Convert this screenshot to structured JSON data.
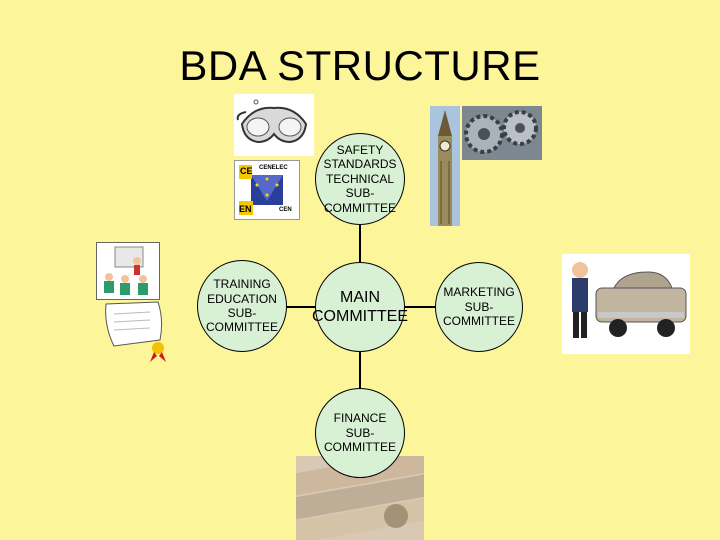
{
  "title": "BDA STRUCTURE",
  "nodes": {
    "safety": "SAFETY\nSTANDARDS\nTECHNICAL\nSUB-COMMITTEE",
    "main": "MAIN\nCOMMITTEE",
    "training": "TRAINING\nEDUCATION\nSUB-COMMITTEE",
    "marketing": "MARKETING\nSUB-COMMITTEE",
    "finance": "FINANCE\nSUB-COMMITTEE"
  },
  "logo_text": {
    "ce": "CE",
    "cenelec": "CENELEC",
    "en": "EN",
    "cen": "CEN"
  },
  "colors": {
    "background": "#fdf59a",
    "node_fill": "#d8f0d4",
    "line": "#000000"
  }
}
